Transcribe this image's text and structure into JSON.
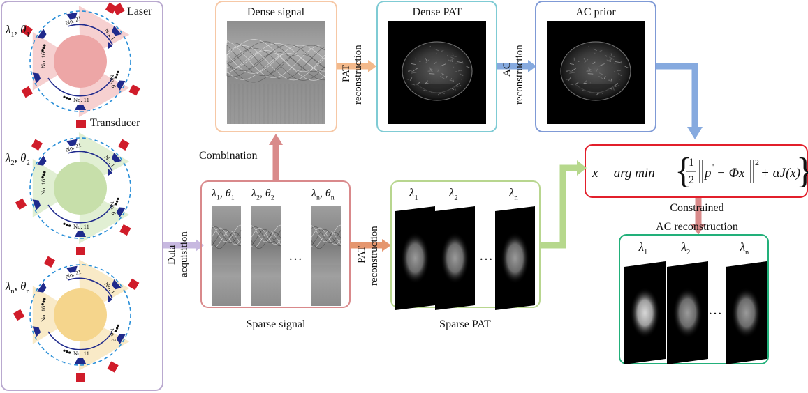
{
  "legend": {
    "laser": "Laser",
    "transducer": "Transducer"
  },
  "colors": {
    "laser": "#d01c2a",
    "transducer": "#1f2a8c",
    "panel_purple": "#b9a9cf",
    "panel_orange": "#f6c8a6",
    "panel_cyan": "#7fcbd4",
    "panel_blue": "#7f9ad6",
    "panel_red": "#e21f2b",
    "panel_rose": "#d9898b",
    "panel_green": "#b8d68f",
    "panel_teal": "#22b07a",
    "arrow_purple": "#c7b8e0",
    "arrow_orange": "#f3b98b",
    "arrow_blue": "#86aadf",
    "arrow_rose": "#d98a8a",
    "arrow_green": "#b6d88c"
  },
  "rings": [
    {
      "param_main": "λ",
      "sub1": "1",
      "param_sep": ", θ",
      "sub2": "1",
      "fill": "#eda6a6",
      "cone": "#f4c8c8",
      "marks": {
        "a": "No. 21",
        "b": "No. 1",
        "c": "No. 6",
        "d": "No. 11",
        "e": "No. 16"
      }
    },
    {
      "param_main": "λ",
      "sub1": "2",
      "param_sep": ", θ",
      "sub2": "2",
      "fill": "#c7dfaa",
      "cone": "#dceccb",
      "marks": {
        "a": "No. 21",
        "b": "No. 1",
        "c": "No. 6",
        "d": "No. 11",
        "e": "No. 16"
      }
    },
    {
      "param_main": "λ",
      "sub1": "n",
      "param_sep": ", θ",
      "sub2": "n",
      "fill": "#f5d58c",
      "cone": "#f8e6bd",
      "marks": {
        "a": "No. 21",
        "b": "No. 1",
        "c": "No. 6",
        "d": "No. 11",
        "e": "No. 16"
      }
    }
  ],
  "labels": {
    "data_acq_1": "Data",
    "data_acq_2": "acquisition",
    "dense_signal": "Dense signal",
    "dense_pat": "Dense PAT",
    "ac_prior": "AC prior",
    "pat_recon_1a": "PAT",
    "pat_recon_1b": "reconstruction",
    "ac_recon_a": "AC",
    "ac_recon_b": "reconstruction",
    "combination": "Combination",
    "sparse_signal": "Sparse signal",
    "pat_recon_2a": "PAT",
    "pat_recon_2b": "reconstruction",
    "sparse_pat": "Sparse PAT",
    "constrained_1": "Constrained",
    "constrained_2": "AC reconstruction",
    "ellipsis": "…"
  },
  "sparse_signal_heads": [
    {
      "l": "λ",
      "s1": "1",
      "t": ", θ",
      "s2": "1"
    },
    {
      "l": "λ",
      "s1": "2",
      "t": ", θ",
      "s2": "2"
    },
    {
      "l": "λ",
      "s1": "n",
      "t": ", θ",
      "s2": "n"
    }
  ],
  "lambda_heads": [
    {
      "l": "λ",
      "s": "1"
    },
    {
      "l": "λ",
      "s": "2"
    },
    {
      "l": "λ",
      "s": "n"
    }
  ],
  "equation": {
    "lhs": "x = arg min",
    "half_num": "1",
    "half_den": "2",
    "p": "p",
    "prime": "'",
    "minus": "− Φx",
    "sq": "2",
    "plus": "+ αJ(x)"
  }
}
